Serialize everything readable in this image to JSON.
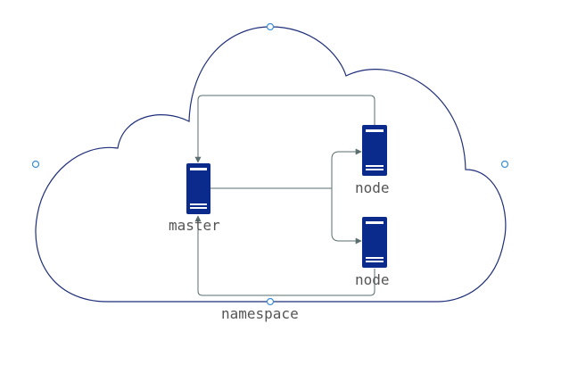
{
  "diagram": {
    "nodes": [
      {
        "id": "master",
        "label": "master",
        "icon": "server-icon"
      },
      {
        "id": "node1",
        "label": "node",
        "icon": "server-icon"
      },
      {
        "id": "node2",
        "label": "node",
        "icon": "server-icon"
      }
    ],
    "container": {
      "label": "namespace",
      "shape": "cloud"
    },
    "edges": [
      {
        "from": "master",
        "to": "node1"
      },
      {
        "from": "master",
        "to": "node2"
      },
      {
        "from": "node1",
        "to": "master"
      },
      {
        "from": "node2",
        "to": "master"
      }
    ]
  },
  "colors": {
    "cloud_stroke": "#1f2f7a",
    "server_fill": "#0b2b8c",
    "server_stripe": "#ffffff",
    "connector": "#5a6e6e",
    "handle_stroke": "#3a8fd8",
    "label_text": "#555555"
  }
}
